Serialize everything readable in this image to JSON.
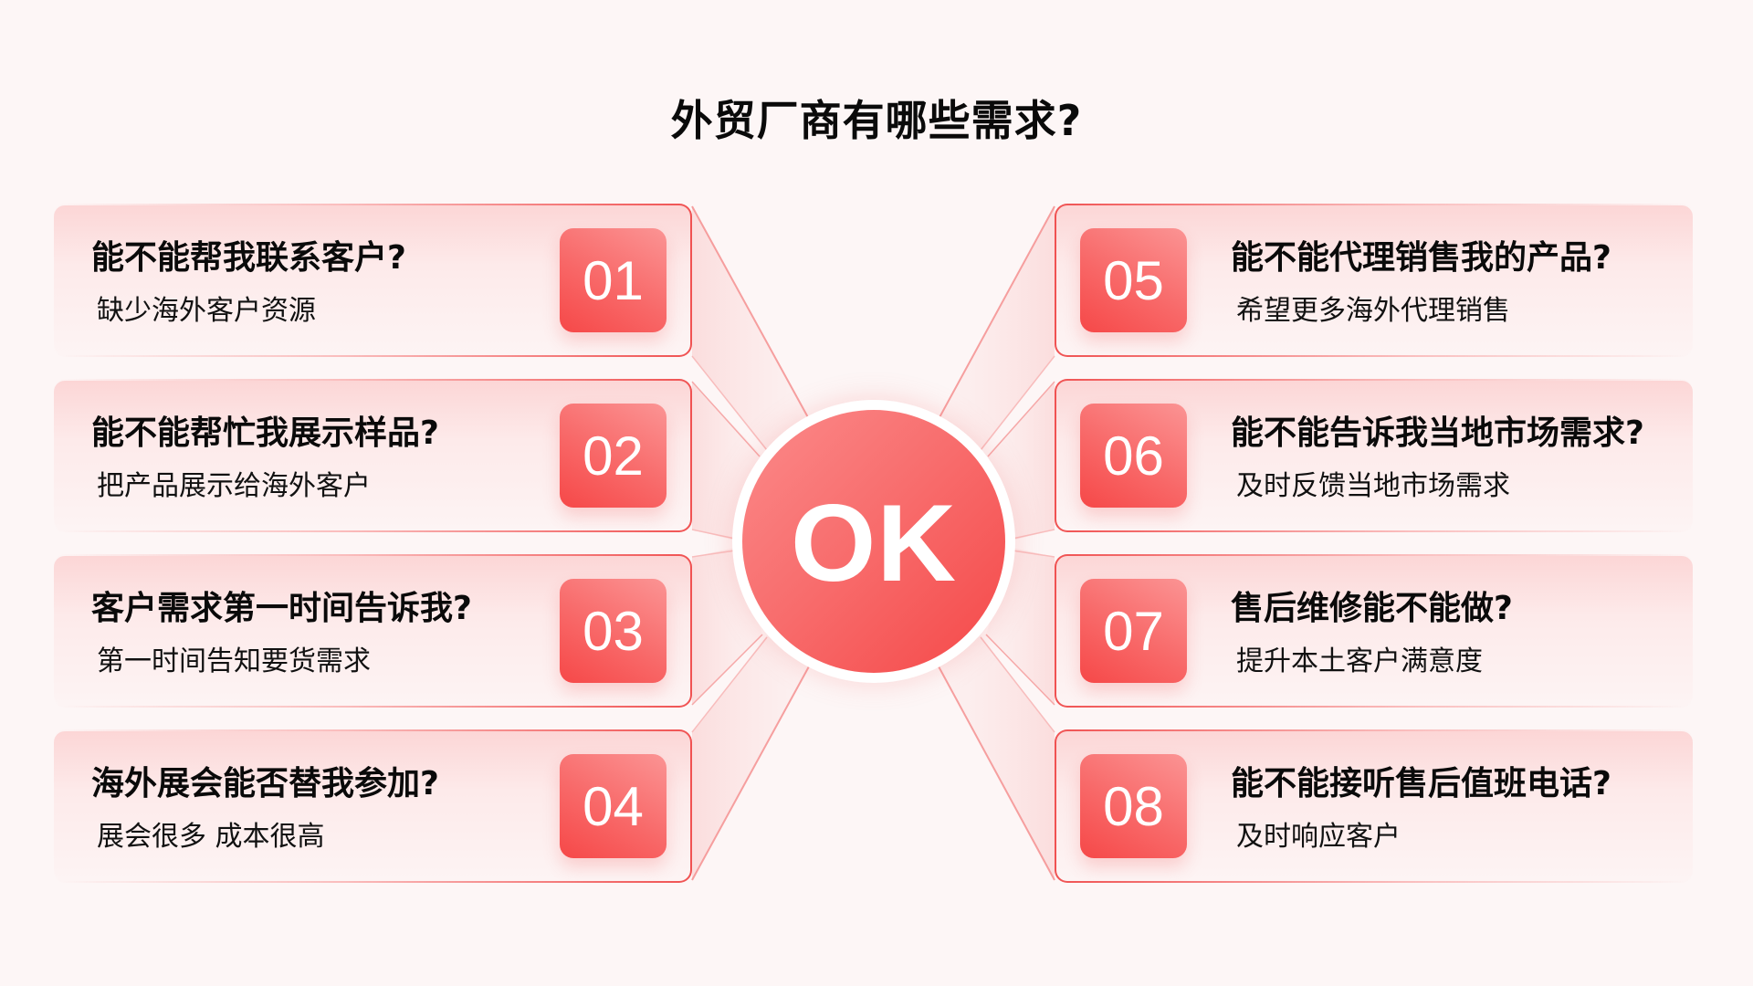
{
  "page": {
    "title": "外贸厂商有哪些需求?",
    "center_label": "OK",
    "colors": {
      "background": "#fdf6f6",
      "accent": "#f54848",
      "accent_light": "#fb9494",
      "card_top": "#fcd6d6",
      "border": "#f05252"
    }
  },
  "left_items": [
    {
      "number": "01",
      "question": "能不能帮我联系客户?",
      "detail": "缺少海外客户资源"
    },
    {
      "number": "02",
      "question": "能不能帮忙我展示样品?",
      "detail": "把产品展示给海外客户"
    },
    {
      "number": "03",
      "question": "客户需求第一时间告诉我?",
      "detail": "第一时间告知要货需求"
    },
    {
      "number": "04",
      "question": "海外展会能否替我参加?",
      "detail": "展会很多 成本很高"
    }
  ],
  "right_items": [
    {
      "number": "05",
      "question": "能不能代理销售我的产品?",
      "detail": "希望更多海外代理销售"
    },
    {
      "number": "06",
      "question": "能不能告诉我当地市场需求?",
      "detail": "及时反馈当地市场需求"
    },
    {
      "number": "07",
      "question": "售后维修能不能做?",
      "detail": "提升本土客户满意度"
    },
    {
      "number": "08",
      "question": "能不能接听售后值班电话?",
      "detail": "及时响应客户"
    }
  ]
}
